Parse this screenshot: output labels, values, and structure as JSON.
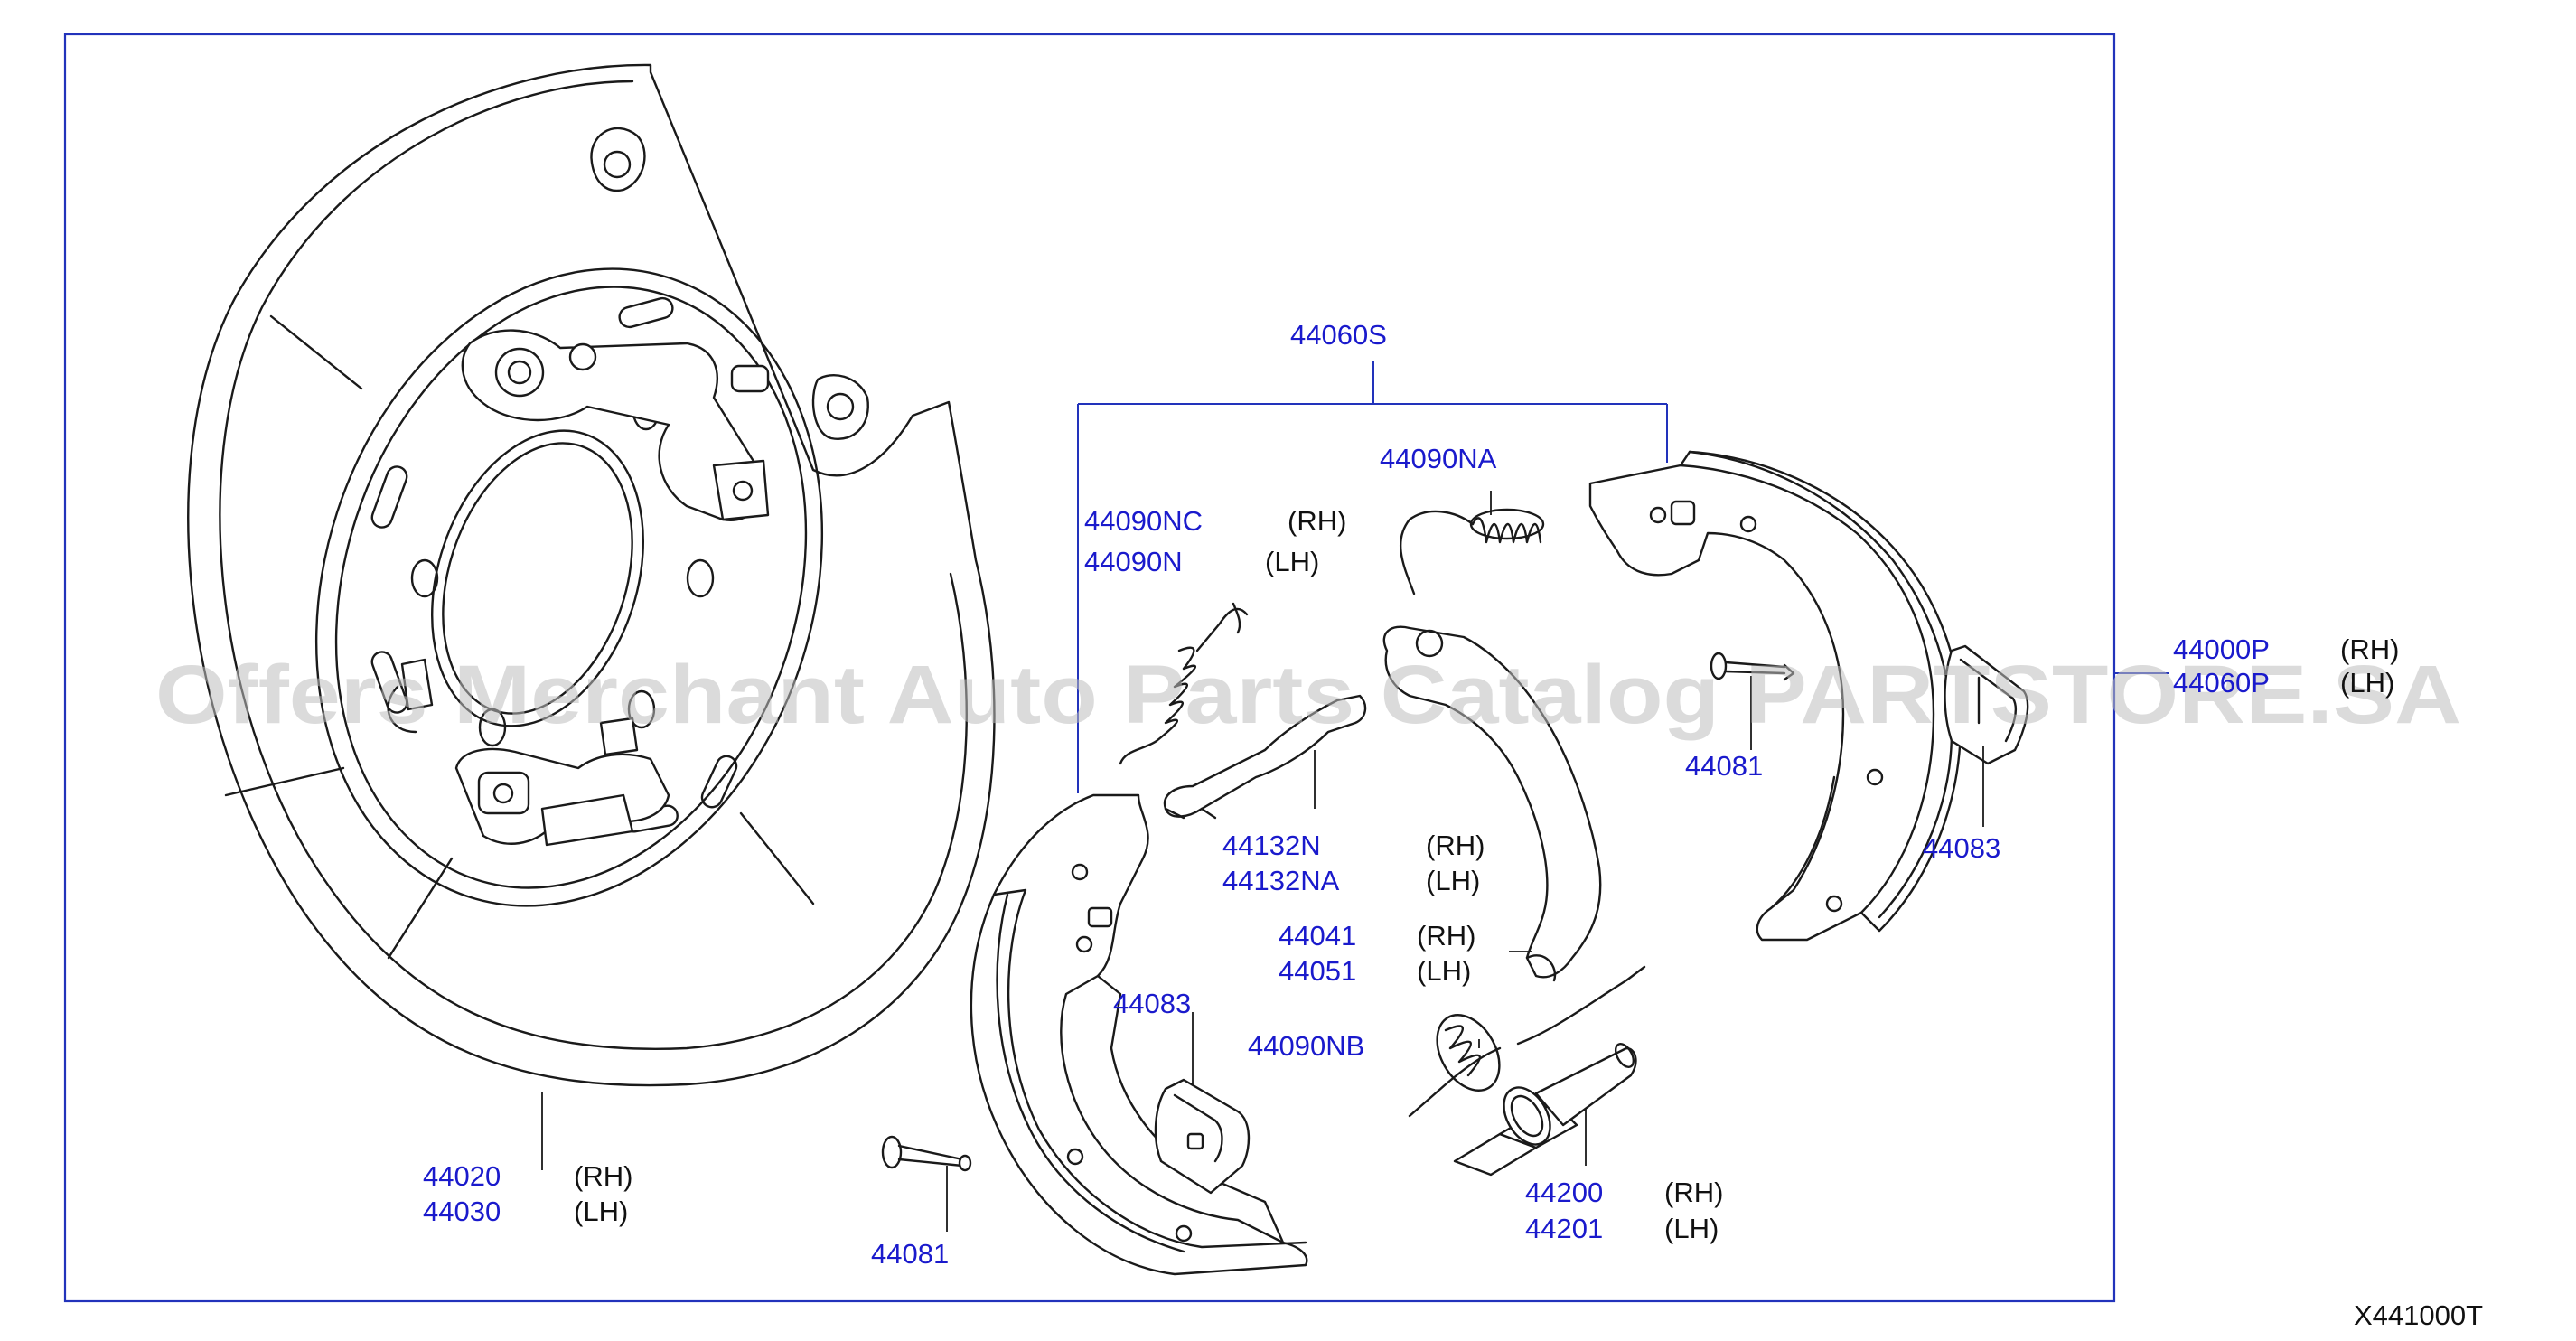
{
  "diagram": {
    "parts": [
      {
        "id": "backing-plate",
        "numbers": [
          "44020",
          "44030"
        ],
        "sides": [
          "(RH)",
          "(LH)"
        ]
      },
      {
        "id": "shoe-kit",
        "numbers": [
          "44060S"
        ],
        "sides": []
      },
      {
        "id": "upper-spring",
        "numbers": [
          "44090NA"
        ],
        "sides": []
      },
      {
        "id": "return-spring",
        "numbers": [
          "44090NC",
          "44090N"
        ],
        "sides": [
          "(RH)",
          "(LH)"
        ]
      },
      {
        "id": "strut",
        "numbers": [
          "44132N",
          "44132NA"
        ],
        "sides": [
          "(RH)",
          "(LH)"
        ]
      },
      {
        "id": "lever",
        "numbers": [
          "44041",
          "44051"
        ],
        "sides": [
          "(RH)",
          "(LH)"
        ]
      },
      {
        "id": "lower-spring",
        "numbers": [
          "44090NB"
        ],
        "sides": []
      },
      {
        "id": "adjuster",
        "numbers": [
          "44200",
          "44201"
        ],
        "sides": [
          "(RH)",
          "(LH)"
        ]
      },
      {
        "id": "hold-pin-right",
        "numbers": [
          "44081"
        ],
        "sides": []
      },
      {
        "id": "hold-pin-left",
        "numbers": [
          "44081"
        ],
        "sides": []
      },
      {
        "id": "retainer-right",
        "numbers": [
          "44083"
        ],
        "sides": []
      },
      {
        "id": "retainer-left",
        "numbers": [
          "44083"
        ],
        "sides": []
      },
      {
        "id": "shoe-assy",
        "numbers": [
          "44000P",
          "44060P"
        ],
        "sides": [
          "(RH)",
          "(LH)"
        ]
      }
    ],
    "figure_code": "X441000T",
    "watermark": "Offers Merchant Auto Parts Catalog PARTSTORE.SA"
  }
}
